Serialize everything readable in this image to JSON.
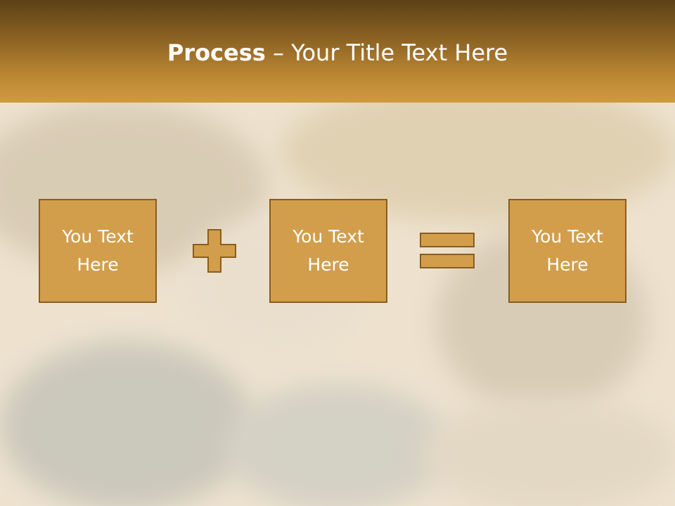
{
  "slide": {
    "title_bold": "Process",
    "title_rest": " – Your Title Text Here"
  },
  "boxes": [
    {
      "text": "You Text Here"
    },
    {
      "text": "You Text Here"
    },
    {
      "text": "You Text Here"
    }
  ],
  "operators": [
    "plus-icon",
    "equals-icon"
  ],
  "colors": {
    "header_dark": "#5c4116",
    "header_light": "#cf9a40",
    "box_fill": "#d29e4c",
    "box_border": "#8a5c1e",
    "background": "#e6dccb"
  },
  "background_image": "landfill-bulldozer-photo"
}
